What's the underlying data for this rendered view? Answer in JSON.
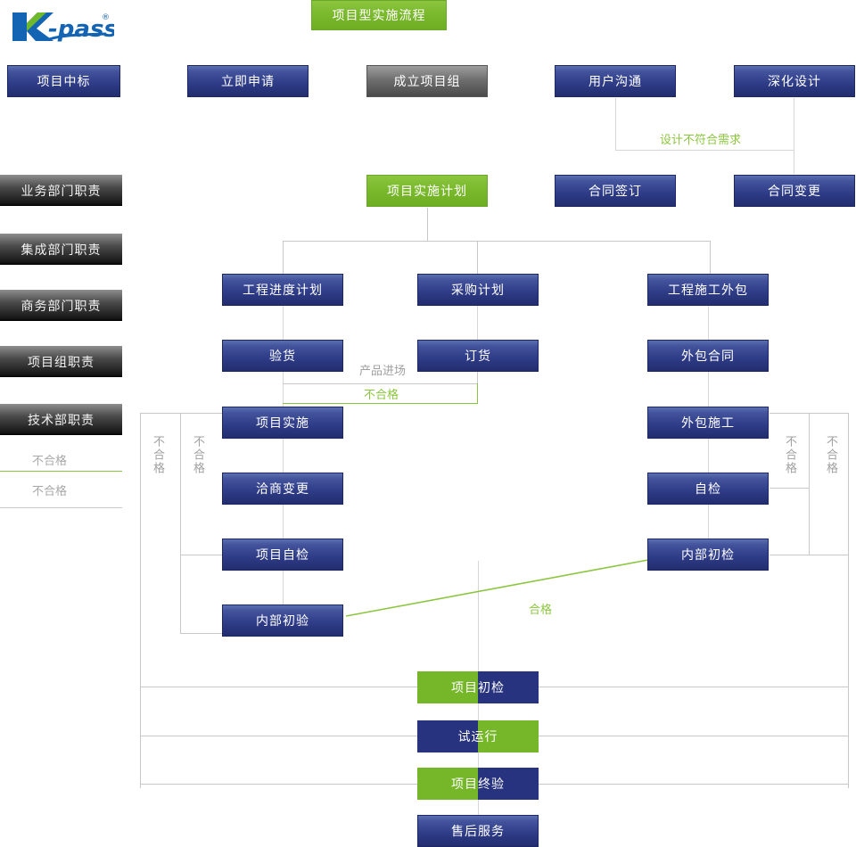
{
  "brand": {
    "name": "K-pass",
    "trademark": "®",
    "logo_icon": "kpass-logo",
    "colors": {
      "blue": "#1464b4",
      "green": "#6eb92b"
    }
  },
  "title": {
    "label": "项目型实施流程"
  },
  "palette": {
    "blue_node": "#2e3b86",
    "green_node": "#76b72a",
    "gray_node": "#6f6f6f",
    "dark_node": "#161616",
    "navy_flat": "#27337e",
    "line": "#c8c8c8",
    "line_green": "#8cc63f",
    "label_gray": "#a0a0a0"
  },
  "sidebar": {
    "items": [
      {
        "label": "业务部门职责"
      },
      {
        "label": "集成部门职责"
      },
      {
        "label": "商务部门职责"
      },
      {
        "label": "项目组职责"
      },
      {
        "label": "技术部职责"
      }
    ],
    "notes": [
      {
        "label": "不合格"
      },
      {
        "label": "不合格"
      }
    ]
  },
  "nodes": {
    "bid_won": {
      "label": "项目中标",
      "style": "blue"
    },
    "apply_now": {
      "label": "立即申请",
      "style": "blue"
    },
    "form_team": {
      "label": "成立项目组",
      "style": "gray"
    },
    "user_comm": {
      "label": "用户沟通",
      "style": "blue"
    },
    "deep_design": {
      "label": "深化设计",
      "style": "blue"
    },
    "impl_plan": {
      "label": "项目实施计划",
      "style": "green"
    },
    "contract_sign": {
      "label": "合同签订",
      "style": "blue"
    },
    "contract_change": {
      "label": "合同变更",
      "style": "blue"
    },
    "progress_plan": {
      "label": "工程进度计划",
      "style": "blue"
    },
    "purchase_plan": {
      "label": "采购计划",
      "style": "blue"
    },
    "outsource_plan": {
      "label": "工程施工外包",
      "style": "blue"
    },
    "inspect_goods": {
      "label": "验货",
      "style": "blue"
    },
    "order_goods": {
      "label": "订货",
      "style": "blue"
    },
    "outsource_contract": {
      "label": "外包合同",
      "style": "blue"
    },
    "project_impl": {
      "label": "项目实施",
      "style": "blue"
    },
    "outsource_work": {
      "label": "外包施工",
      "style": "blue"
    },
    "negotiate_change": {
      "label": "洽商变更",
      "style": "blue"
    },
    "self_check_out": {
      "label": "自检",
      "style": "blue"
    },
    "project_self_check": {
      "label": "项目自检",
      "style": "blue"
    },
    "internal_check_r": {
      "label": "内部初检",
      "style": "blue"
    },
    "internal_accept": {
      "label": "内部初验",
      "style": "blue"
    },
    "first_inspect": {
      "label": "项目初检",
      "style": "split-green-navy"
    },
    "trial_run": {
      "label": "试运行",
      "style": "split-navy-green"
    },
    "final_accept": {
      "label": "项目终验",
      "style": "split-green-navy"
    },
    "after_sales": {
      "label": "售后服务",
      "style": "blue"
    }
  },
  "edge_labels": {
    "design_mismatch": {
      "label": "设计不符合需求",
      "color": "green"
    },
    "product_arrival": {
      "label": "产品进场",
      "color": "gray"
    },
    "fail_goods": {
      "label": "不合格",
      "color": "green"
    },
    "pass": {
      "label": "合格",
      "color": "green"
    },
    "fail_left_outer": {
      "label": "不合格",
      "color": "gray"
    },
    "fail_left_inner": {
      "label": "不合格",
      "color": "gray"
    },
    "fail_right_inner": {
      "label": "不合格",
      "color": "gray"
    },
    "fail_right_outer": {
      "label": "不合格",
      "color": "gray"
    }
  }
}
